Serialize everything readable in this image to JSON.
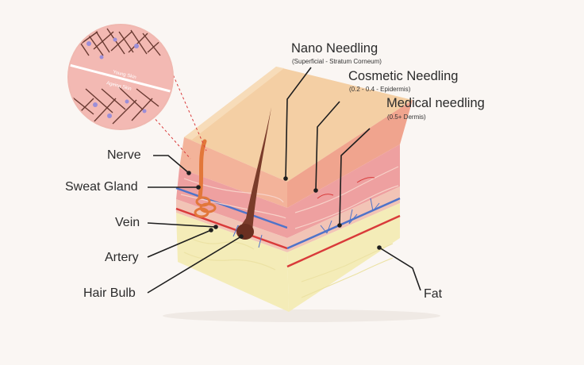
{
  "labels": {
    "left": {
      "nerve": "Nerve",
      "sweat_gland": "Sweat Gland",
      "vein": "Vein",
      "artery": "Artery",
      "hair_bulb": "Hair Bulb"
    },
    "right": {
      "nano_title": "Nano Needling",
      "nano_sub": "(Superficial - Stratum Corneum)",
      "cosmetic_title": "Cosmetic Needling",
      "cosmetic_sub": "(0.2 - 0.4 - Epidermis)",
      "medical_title": "Medical needling",
      "medical_sub": "(0.5+ Dermis)",
      "fat": "Fat"
    },
    "inset": {
      "young": "Young Skin",
      "ageing": "Ageing Skin"
    }
  },
  "colors": {
    "epidermis_top": "#f4cfa4",
    "dermis": "#eea0a0",
    "vein": "#4f73c9",
    "artery": "#d93a3a",
    "fat": "#f4ecb8",
    "hair": "#7a3b2a",
    "nerve": "#e2773a",
    "leader": "#1e1e1e"
  }
}
